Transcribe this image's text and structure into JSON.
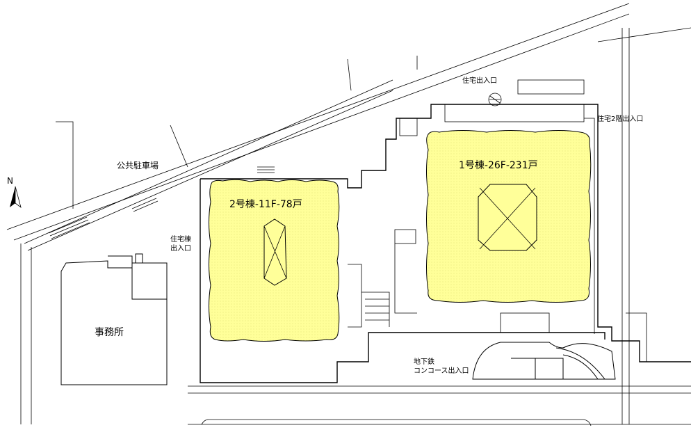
{
  "colors": {
    "building_fill": "#ffff99",
    "line": "#000000",
    "background": "#ffffff"
  },
  "labels": {
    "public_parking": "公共駐車場",
    "office": "事務所",
    "building2": "2号棟-11F-78戸",
    "building1": "1号棟-26F-231戸",
    "residence_entrance_top": "住宅出入口",
    "residence_2f_entrance": "住宅2階出入口",
    "residence_building_entrance_line1": "住宅棟",
    "residence_building_entrance_line2": "出入口",
    "subway_line1": "地下鉄",
    "subway_line2": "コンコース出入口",
    "north": "N"
  },
  "icons": {
    "north_arrow": "north-arrow-icon"
  }
}
